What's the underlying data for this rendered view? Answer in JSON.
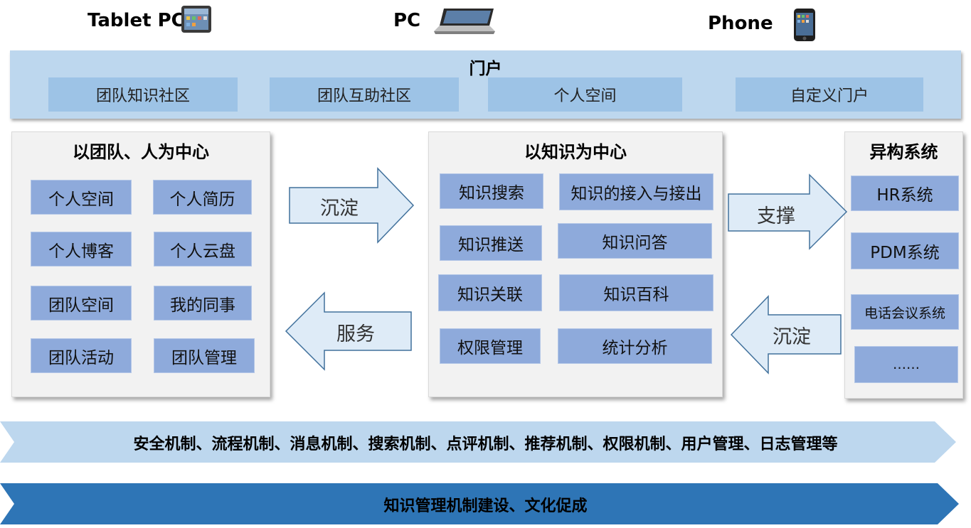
{
  "devices": {
    "tablet_label": "Tablet PC",
    "pc_label": "PC",
    "phone_label": "Phone",
    "tablet_icon": "tablet-icon",
    "pc_icon": "laptop-icon",
    "phone_icon": "phone-icon"
  },
  "portal": {
    "title": "门户",
    "items": [
      "团队知识社区",
      "团队互助社区",
      "个人空间",
      "自定义门户"
    ]
  },
  "left_panel": {
    "title": "以团队、人为中心",
    "items": [
      "个人空间",
      "个人简历",
      "个人博客",
      "个人云盘",
      "团队空间",
      "我的同事",
      "团队活动",
      "团队管理"
    ]
  },
  "center_panel": {
    "title": "以知识为中心",
    "items": [
      "知识搜索",
      "知识的接入与接出",
      "知识推送",
      "知识问答",
      "知识关联",
      "知识百科",
      "权限管理",
      "统计分析"
    ]
  },
  "right_panel": {
    "title": "异构系统",
    "items": [
      "HR系统",
      "PDM系统",
      "电话会议系统",
      "……"
    ]
  },
  "arrows": {
    "left_top": "沉淀",
    "left_bottom": "服务",
    "right_top": "支撑",
    "right_bottom": "沉淀"
  },
  "bands": {
    "mechanisms": "安全机制、流程机制、消息机制、搜索机制、点评机制、推荐机制、权限机制、用户管理、日志管理等",
    "culture": "知识管理机制建设、文化促成"
  },
  "colors": {
    "portal_bg": "#bdd7ee",
    "portal_box": "#9dc3e6",
    "cell": "#8eaadb",
    "panel": "#f2f2f2",
    "band_light": "#bdd7ee",
    "band_dark": "#2e75b6"
  }
}
